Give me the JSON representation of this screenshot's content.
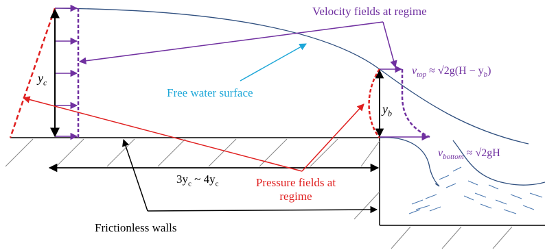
{
  "labels": {
    "velocity_fields": "Velocity fields at regime",
    "free_surface": "Free water surface",
    "yc": "y",
    "yc_sub": "c",
    "yb": "y",
    "yb_sub": "b",
    "distance_a": "3y",
    "distance_a_sub": "c",
    "distance_tilde": " ~ 4y",
    "distance_b_sub": "c",
    "pressure_line1": "Pressure fields at",
    "pressure_line2": "regime",
    "frictionless": "Frictionless walls",
    "v_top": "v",
    "v_top_sub": "top",
    "v_top_formula": "≈ √2g(H − y",
    "v_top_formula_sub": "b",
    "v_top_formula_end": ")",
    "v_bottom": "v",
    "v_bottom_sub": "bottom",
    "v_bottom_formula": "≈ √2gH"
  },
  "colors": {
    "velocity": "#7030a0",
    "pressure": "#e02020",
    "free_surface_label": "#1ea7d8",
    "water_line": "#2f4f7f",
    "black": "#000000"
  }
}
